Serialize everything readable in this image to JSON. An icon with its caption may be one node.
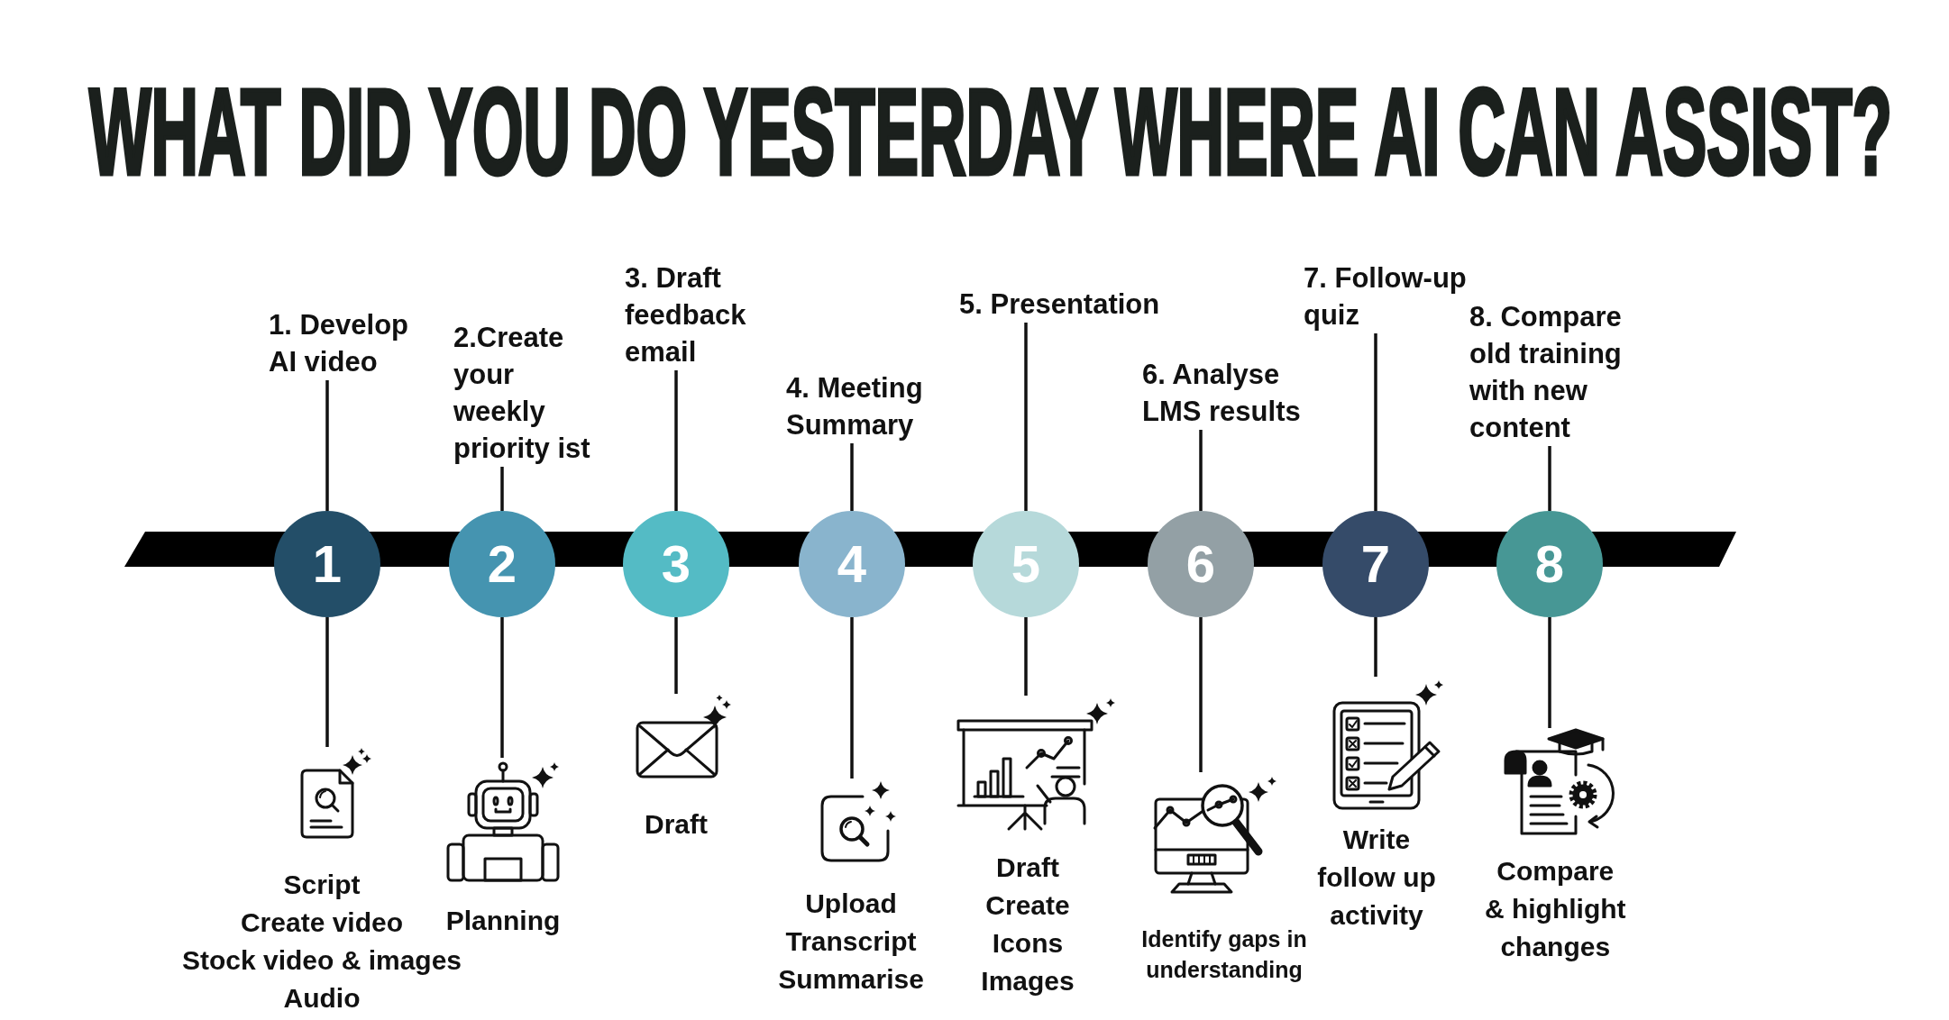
{
  "diagram": {
    "title": "WHAT DID YOU DO YESTERDAY WHERE AI CAN ASSIST?",
    "nodes": [
      {
        "text": [
          "1. Develop AI video"
        ]
      },
      {
        "text": [
          "1"
        ]
      },
      {
        "text": [],
        "shape": "picture",
        "beside": [
          "Script",
          "Create video",
          "Stock video & images",
          "Audio"
        ]
      },
      {
        "text": [
          "2.Create your weekly priority ist"
        ]
      },
      {
        "text": [
          "2"
        ]
      },
      {
        "text": [],
        "shape": "picture",
        "beside": [
          "Planning"
        ]
      },
      {
        "text": [
          "3. Draft feedback email"
        ]
      },
      {
        "text": [
          "3"
        ]
      },
      {
        "text": [],
        "shape": "picture",
        "beside": [
          "Draft"
        ]
      },
      {
        "text": [
          "4. Meeting Summary"
        ]
      },
      {
        "text": [
          "4"
        ]
      },
      {
        "text": [],
        "shape": "picture",
        "beside": [
          "Upload",
          "Transcript",
          "Summarise"
        ]
      },
      {
        "text": [
          "5. Presentation"
        ]
      },
      {
        "text": [
          "5"
        ]
      },
      {
        "text": [],
        "shape": "picture",
        "beside": [
          "Draft",
          "Create",
          "Icons",
          "Images"
        ]
      },
      {
        "text": [
          "6. Analyse LMS results"
        ]
      },
      {
        "text": [
          "6"
        ]
      },
      {
        "text": [],
        "shape": "picture",
        "beside": [
          "Identify gaps in understanding"
        ]
      },
      {
        "text": [
          "7. Follow-up quiz"
        ]
      },
      {
        "text": [
          "7"
        ]
      },
      {
        "text": [],
        "shape": "picture",
        "beside": [
          "Write follow up activity"
        ]
      },
      {
        "text": [
          "8. Compare old training with new content"
        ]
      },
      {
        "text": [
          "8"
        ]
      },
      {
        "text": [],
        "shape": "picture",
        "beside": [
          "Compare & highlight changes"
        ]
      },
      {
        "text": [],
        "shape": "bar"
      }
    ],
    "edges": [
      {
        "from": 0,
        "to": 1,
        "arrow": "none"
      },
      {
        "from": 1,
        "to": 2,
        "arrow": "none"
      },
      {
        "from": 3,
        "to": 4,
        "arrow": "none"
      },
      {
        "from": 4,
        "to": 5,
        "arrow": "none"
      },
      {
        "from": 6,
        "to": 7,
        "arrow": "none"
      },
      {
        "from": 7,
        "to": 8,
        "arrow": "none"
      },
      {
        "from": 9,
        "to": 10,
        "arrow": "none"
      },
      {
        "from": 10,
        "to": 11,
        "arrow": "none"
      },
      {
        "from": 12,
        "to": 13,
        "arrow": "none"
      },
      {
        "from": 13,
        "to": 14,
        "arrow": "none"
      },
      {
        "from": 15,
        "to": 16,
        "arrow": "none"
      },
      {
        "from": 16,
        "to": 17,
        "arrow": "none"
      },
      {
        "from": 18,
        "to": 19,
        "arrow": "none"
      },
      {
        "from": 19,
        "to": 20,
        "arrow": "none"
      },
      {
        "from": 21,
        "to": 22,
        "arrow": "none"
      },
      {
        "from": 22,
        "to": 23,
        "arrow": "none"
      }
    ]
  }
}
